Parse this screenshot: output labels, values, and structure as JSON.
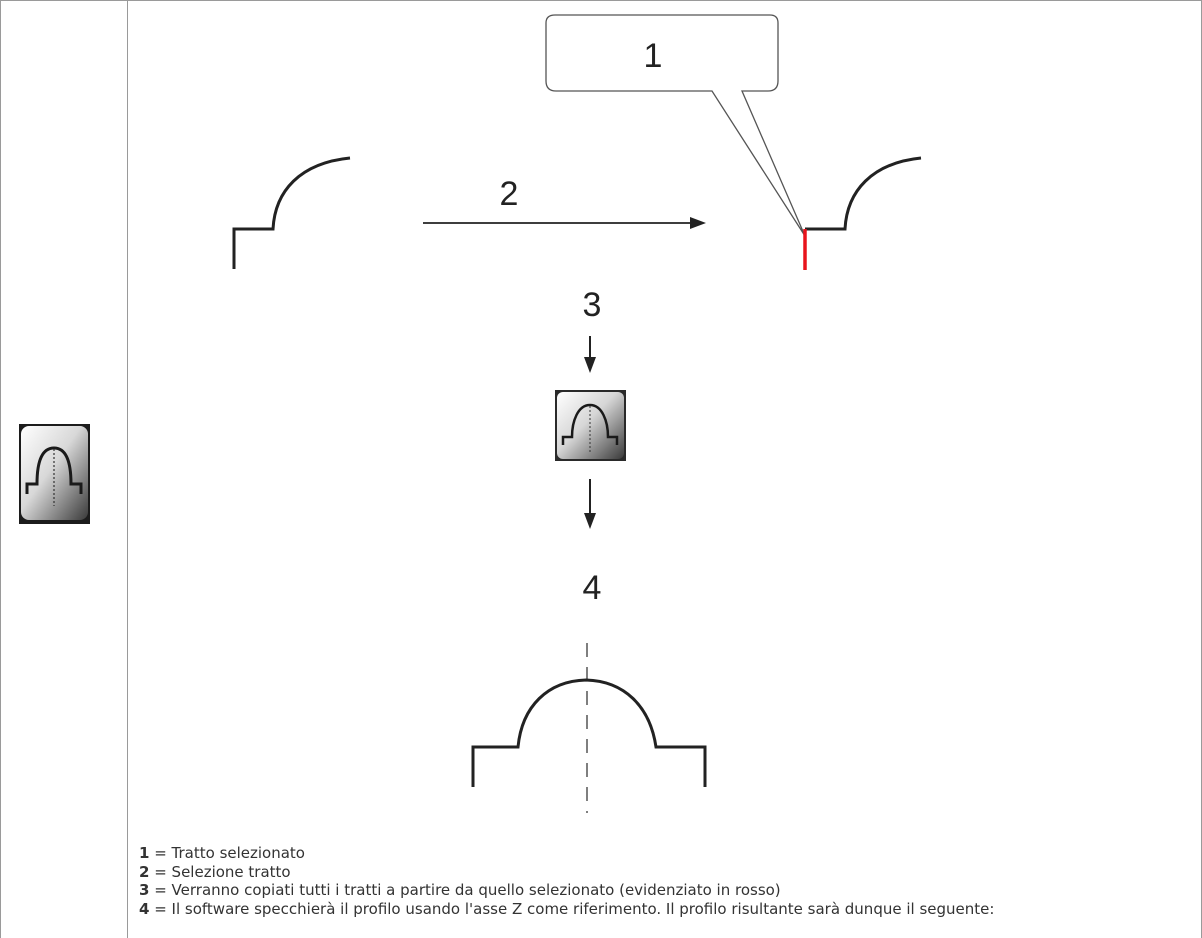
{
  "figure": {
    "labels": {
      "callout": "1",
      "arrow": "2",
      "step_down": "3",
      "result": "4"
    },
    "colors": {
      "profile_stroke": "#222222",
      "selected_segment": "#e8141c",
      "axis_dash": "#555555"
    },
    "tool_icon": "mirror-profile-icon"
  },
  "legend": [
    {
      "key": "1",
      "sep": " = ",
      "text": "Tratto selezionato"
    },
    {
      "key": "2",
      "sep": " = ",
      "text": "Selezione tratto"
    },
    {
      "key": "3",
      "sep": " = ",
      "text": "Verranno copiati tutti i tratti a partire da quello selezionato (evidenziato in rosso)"
    },
    {
      "key": "4",
      "sep": " = ",
      "text": "Il software specchierà il profilo usando l'asse Z come riferimento. Il profilo risultante sarà dunque il seguente:"
    }
  ]
}
